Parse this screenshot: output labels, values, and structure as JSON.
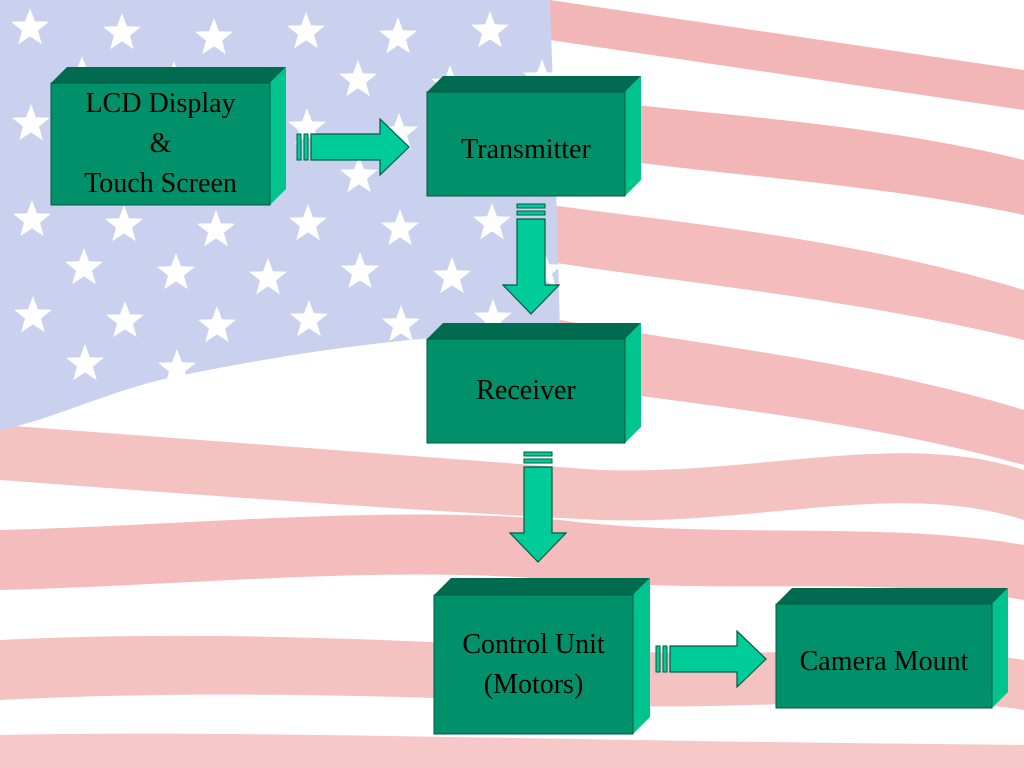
{
  "background": {
    "theme": "american-flag",
    "colors": {
      "field": "#c9d1ef",
      "stripe_red": "#f2b6b6",
      "stripe_white": "#ffffff",
      "star": "#ffffff"
    }
  },
  "diagram": {
    "box_colors": {
      "front": "#00906a",
      "top": "#006b4e",
      "side": "#00c48e",
      "edge": "#005a40"
    },
    "arrow_color": "#00cc99",
    "nodes": {
      "lcd": {
        "line1": "LCD Display",
        "line2": "&",
        "line3": "Touch Screen"
      },
      "transmitter": {
        "label": "Transmitter"
      },
      "receiver": {
        "label": "Receiver"
      },
      "control": {
        "line1": "Control Unit",
        "line2": "(Motors)"
      },
      "camera": {
        "label": "Camera Mount"
      }
    },
    "edges": [
      {
        "from": "LCD Display & Touch Screen",
        "to": "Transmitter"
      },
      {
        "from": "Transmitter",
        "to": "Receiver"
      },
      {
        "from": "Receiver",
        "to": "Control Unit (Motors)"
      },
      {
        "from": "Control Unit (Motors)",
        "to": "Camera Mount"
      }
    ]
  }
}
